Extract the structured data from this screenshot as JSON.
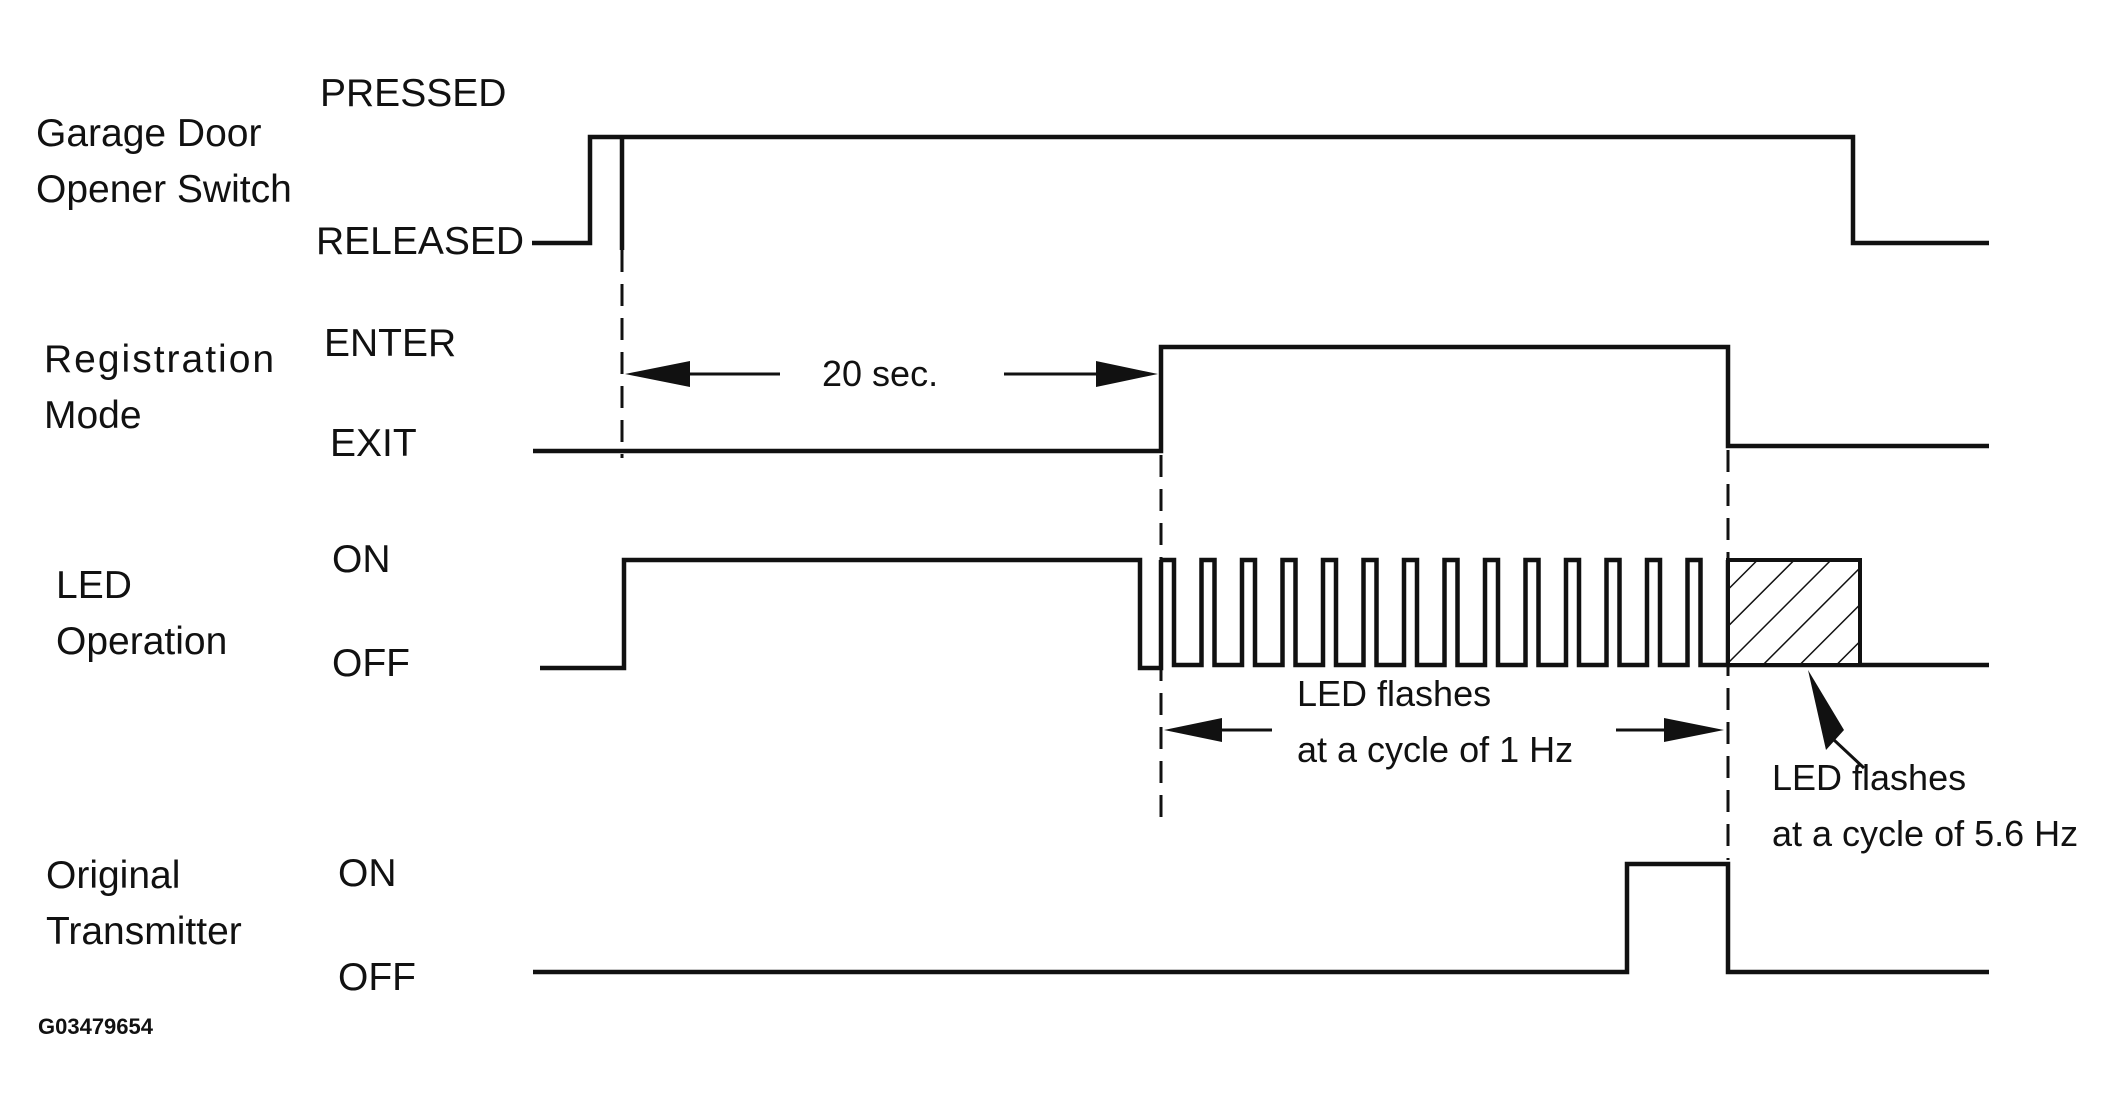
{
  "signals": {
    "garage_door": {
      "name_line1": "Garage Door",
      "name_line2": "Opener Switch",
      "high_state": "PRESSED",
      "low_state": "RELEASED"
    },
    "registration": {
      "name_line1": "Registration",
      "name_line2": "Mode",
      "high_state": "ENTER",
      "low_state": "EXIT"
    },
    "led": {
      "name_line1": "LED",
      "name_line2": "Operation",
      "high_state": "ON",
      "low_state": "OFF"
    },
    "transmitter": {
      "name_line1": "Original",
      "name_line2": "Transmitter",
      "high_state": "ON",
      "low_state": "OFF"
    }
  },
  "annotations": {
    "delay": "20 sec.",
    "flash_1hz_line1": "LED flashes",
    "flash_1hz_line2": "at a cycle of 1 Hz",
    "flash_56hz_line1": "LED flashes",
    "flash_56hz_line2": "at a cycle of 5.6 Hz"
  },
  "figure_id": "G03479654",
  "colors": {
    "ink": "#111111",
    "background": "#ffffff"
  }
}
